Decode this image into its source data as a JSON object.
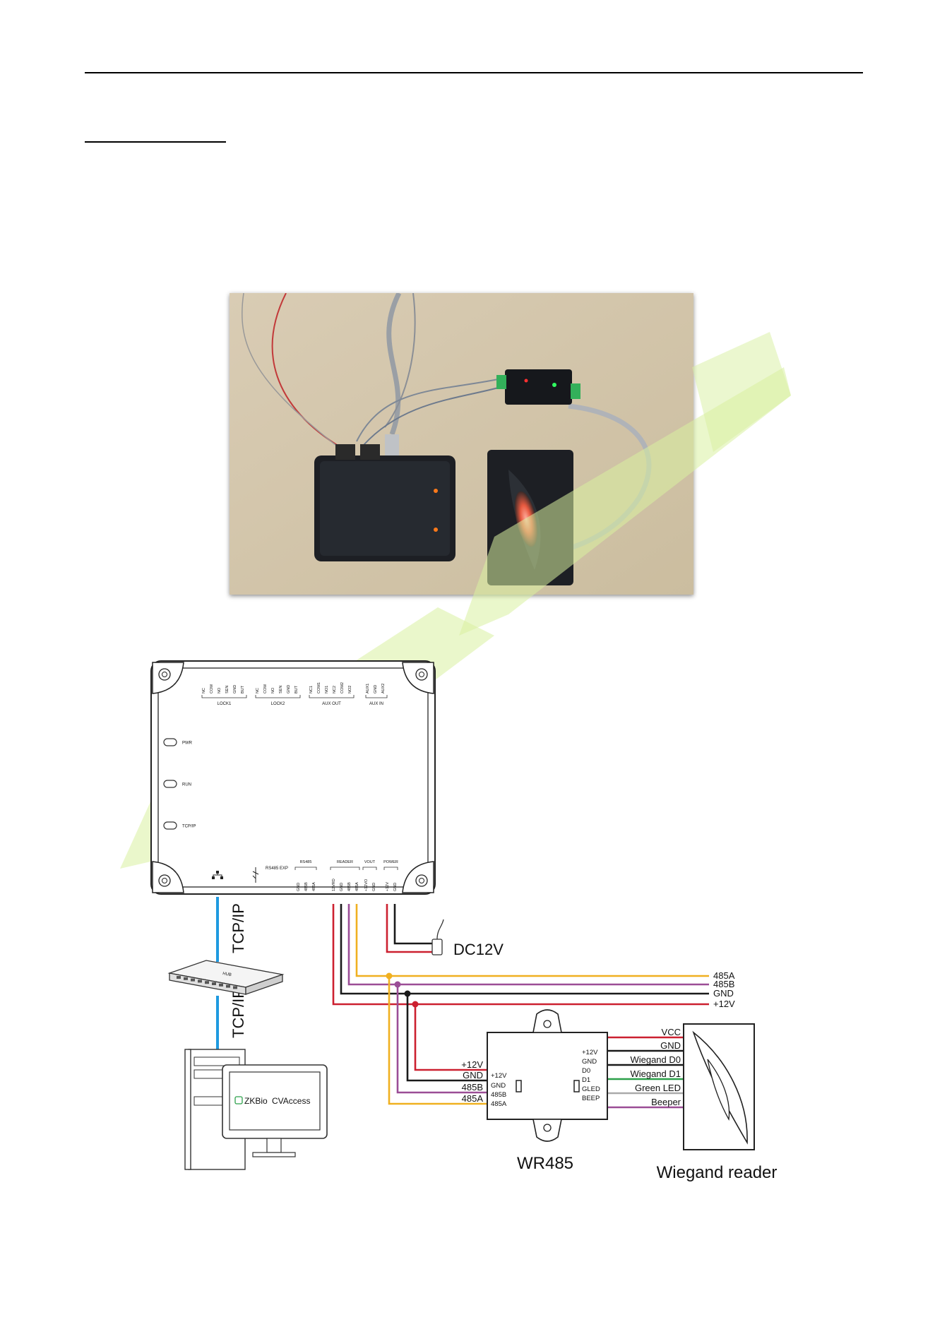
{
  "colors": {
    "red": "#cc2030",
    "black": "#1a1a1a",
    "purple": "#9b4d96",
    "yellow": "#f0b020",
    "blue": "#1f9ae0",
    "green": "#2ca04a",
    "watermark": "#d8f0a0"
  },
  "controller": {
    "top_groups": [
      {
        "label": "LOCK1",
        "terminals": [
          "NC",
          "COM",
          "NO",
          "SEN",
          "GND",
          "BUT"
        ]
      },
      {
        "label": "LOCK2",
        "terminals": [
          "NC",
          "COM",
          "NO",
          "SEN",
          "GND",
          "BUT"
        ]
      },
      {
        "label": "AUX OUT",
        "terminals": [
          "NC1",
          "COM1",
          "NO1",
          "NC2",
          "COM2",
          "NO2"
        ]
      },
      {
        "label": "AUX IN",
        "terminals": [
          "AUX1",
          "GND",
          "AUX2"
        ]
      }
    ],
    "leds": [
      "PWR",
      "RUN",
      "TCP/IP"
    ],
    "rs485_ext_label": "RS485 EXP",
    "bottom_groups": [
      {
        "label": "RS485",
        "terminals": [
          "GND",
          "485B",
          "485A"
        ]
      },
      {
        "label": "READER",
        "terminals": [
          "12VRD",
          "GND",
          "485B",
          "485A"
        ]
      },
      {
        "label": "VOUT",
        "terminals": [
          "+12VO",
          "GND"
        ]
      },
      {
        "label": "POWER",
        "terminals": [
          "+12V",
          "GND"
        ]
      }
    ]
  },
  "network": {
    "tcp_label_upper": "TCP/IP",
    "tcp_label_lower": "TCP/IP",
    "hub_label": "HUB",
    "software_brand": "ZKBio",
    "software_name": "CVAccess"
  },
  "power_label": "DC12V",
  "bus_labels": [
    "485A",
    "485B",
    "GND",
    "+12V"
  ],
  "wr485": {
    "name": "WR485",
    "left_wire_labels": [
      "+12V",
      "GND",
      "485B",
      "485A"
    ],
    "left_terminals": [
      "+12V",
      "GND",
      "485B",
      "485A"
    ],
    "right_terminals": [
      "+12V",
      "GND",
      "D0",
      "D1",
      "GLED",
      "BEEP"
    ],
    "right_wire_labels": [
      "VCC",
      "GND",
      "Wiegand D0",
      "Wiegand D1",
      "Green LED",
      "Beeper"
    ]
  },
  "reader_label": "Wiegand reader"
}
